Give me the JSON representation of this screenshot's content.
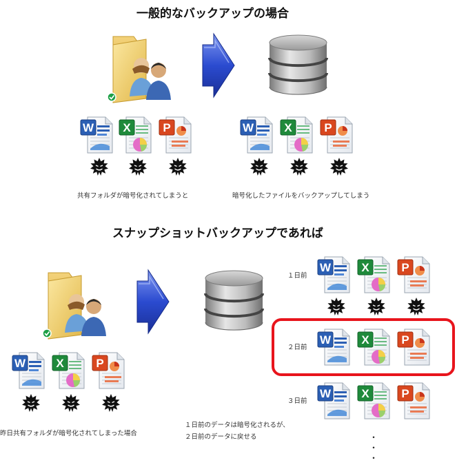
{
  "section1": {
    "title": "一般的なバックアップの場合",
    "caption_left": "共有フォルダが暗号化されてしまうと",
    "caption_right": "暗号化したファイルをバックアップしてしまう"
  },
  "section2": {
    "title": "スナップショットバックアップであれば",
    "caption_left": "昨日共有フォルダが暗号化されてしまった場合",
    "caption_mid_line1": "１日前のデータは暗号化されるが、",
    "caption_mid_line2": "２日前のデータに戻せる",
    "snapshots": [
      {
        "label": "１日前"
      },
      {
        "label": "２日前"
      },
      {
        "label": "３日前"
      }
    ],
    "dots": [
      "・",
      "・",
      "・"
    ]
  },
  "colors": {
    "highlight": "#e8141c",
    "arrow": "#2b4bd0",
    "word": "#2b5fb4",
    "excel": "#1f8a3b",
    "powerpoint": "#d9471f"
  },
  "icons": {
    "word": "word-document-icon",
    "excel": "excel-document-icon",
    "powerpoint": "powerpoint-document-icon",
    "virus": "virus-icon",
    "folder": "shared-folder-icon",
    "database": "database-icon",
    "arrow": "arrow-right-icon"
  }
}
